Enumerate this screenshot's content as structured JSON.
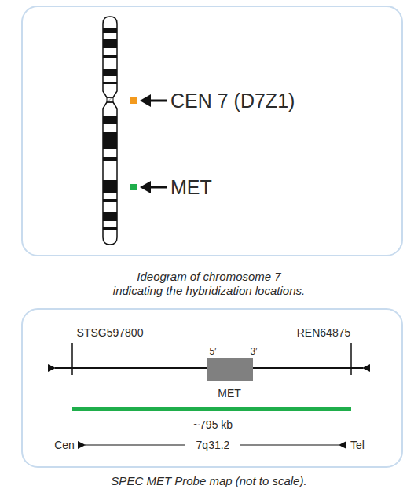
{
  "diagram": {
    "labels": [
      "CEN 7 (D7Z1)",
      "MET",
      "Ideogram of chromosome 7 indicating the hybridization locations.",
      "STSG597800",
      "REN64875",
      "5′",
      "3′",
      "MET",
      "~795 kb",
      "Cen",
      "7q31.2",
      "Tel",
      "SPEC MET Probe map (not to scale)."
    ]
  }
}
